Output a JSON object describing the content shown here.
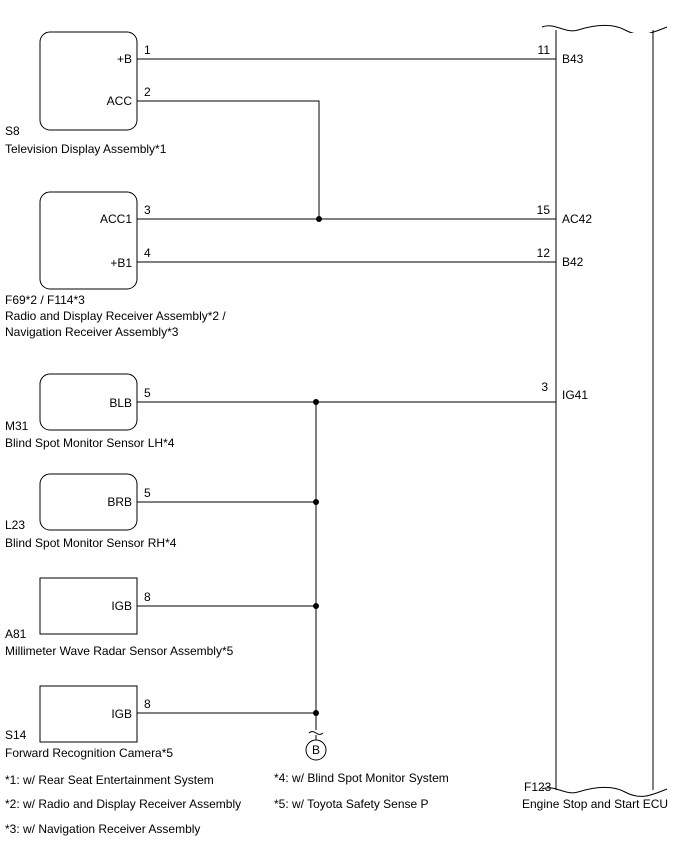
{
  "components": {
    "s8": {
      "code": "S8",
      "name": "Television Display Assembly*1",
      "pins": [
        {
          "label": "+B",
          "num": "1"
        },
        {
          "label": "ACC",
          "num": "2"
        }
      ]
    },
    "radio": {
      "code": "F69*2 / F114*3",
      "name_line1": "Radio and Display Receiver Assembly*2 /",
      "name_line2": "Navigation Receiver Assembly*3",
      "pins": [
        {
          "label": "ACC1",
          "num": "3"
        },
        {
          "label": "+B1",
          "num": "4"
        }
      ]
    },
    "m31": {
      "code": "M31",
      "name": "Blind Spot Monitor Sensor LH*4",
      "pin": {
        "label": "BLB",
        "num": "5"
      }
    },
    "l23": {
      "code": "L23",
      "name": "Blind Spot Monitor Sensor RH*4",
      "pin": {
        "label": "BRB",
        "num": "5"
      }
    },
    "a81": {
      "code": "A81",
      "name": "Millimeter Wave Radar Sensor Assembly*5",
      "pin": {
        "label": "IGB",
        "num": "8"
      }
    },
    "s14": {
      "code": "S14",
      "name": "Forward Recognition Camera*5",
      "pin": {
        "label": "IGB",
        "num": "8"
      }
    },
    "ecu": {
      "code": "F123",
      "name": "Engine Stop and Start ECU",
      "pins": [
        {
          "label": "B43",
          "num": "11"
        },
        {
          "label": "AC42",
          "num": "15"
        },
        {
          "label": "B42",
          "num": "12"
        },
        {
          "label": "IG41",
          "num": "3"
        }
      ]
    }
  },
  "connector_ref": "B",
  "footnotes": [
    "*1: w/ Rear Seat Entertainment System",
    "*2: w/ Radio and Display Receiver Assembly",
    "*3: w/ Navigation Receiver Assembly",
    "*4: w/ Blind Spot Monitor System",
    "*5: w/ Toyota Safety Sense P"
  ]
}
